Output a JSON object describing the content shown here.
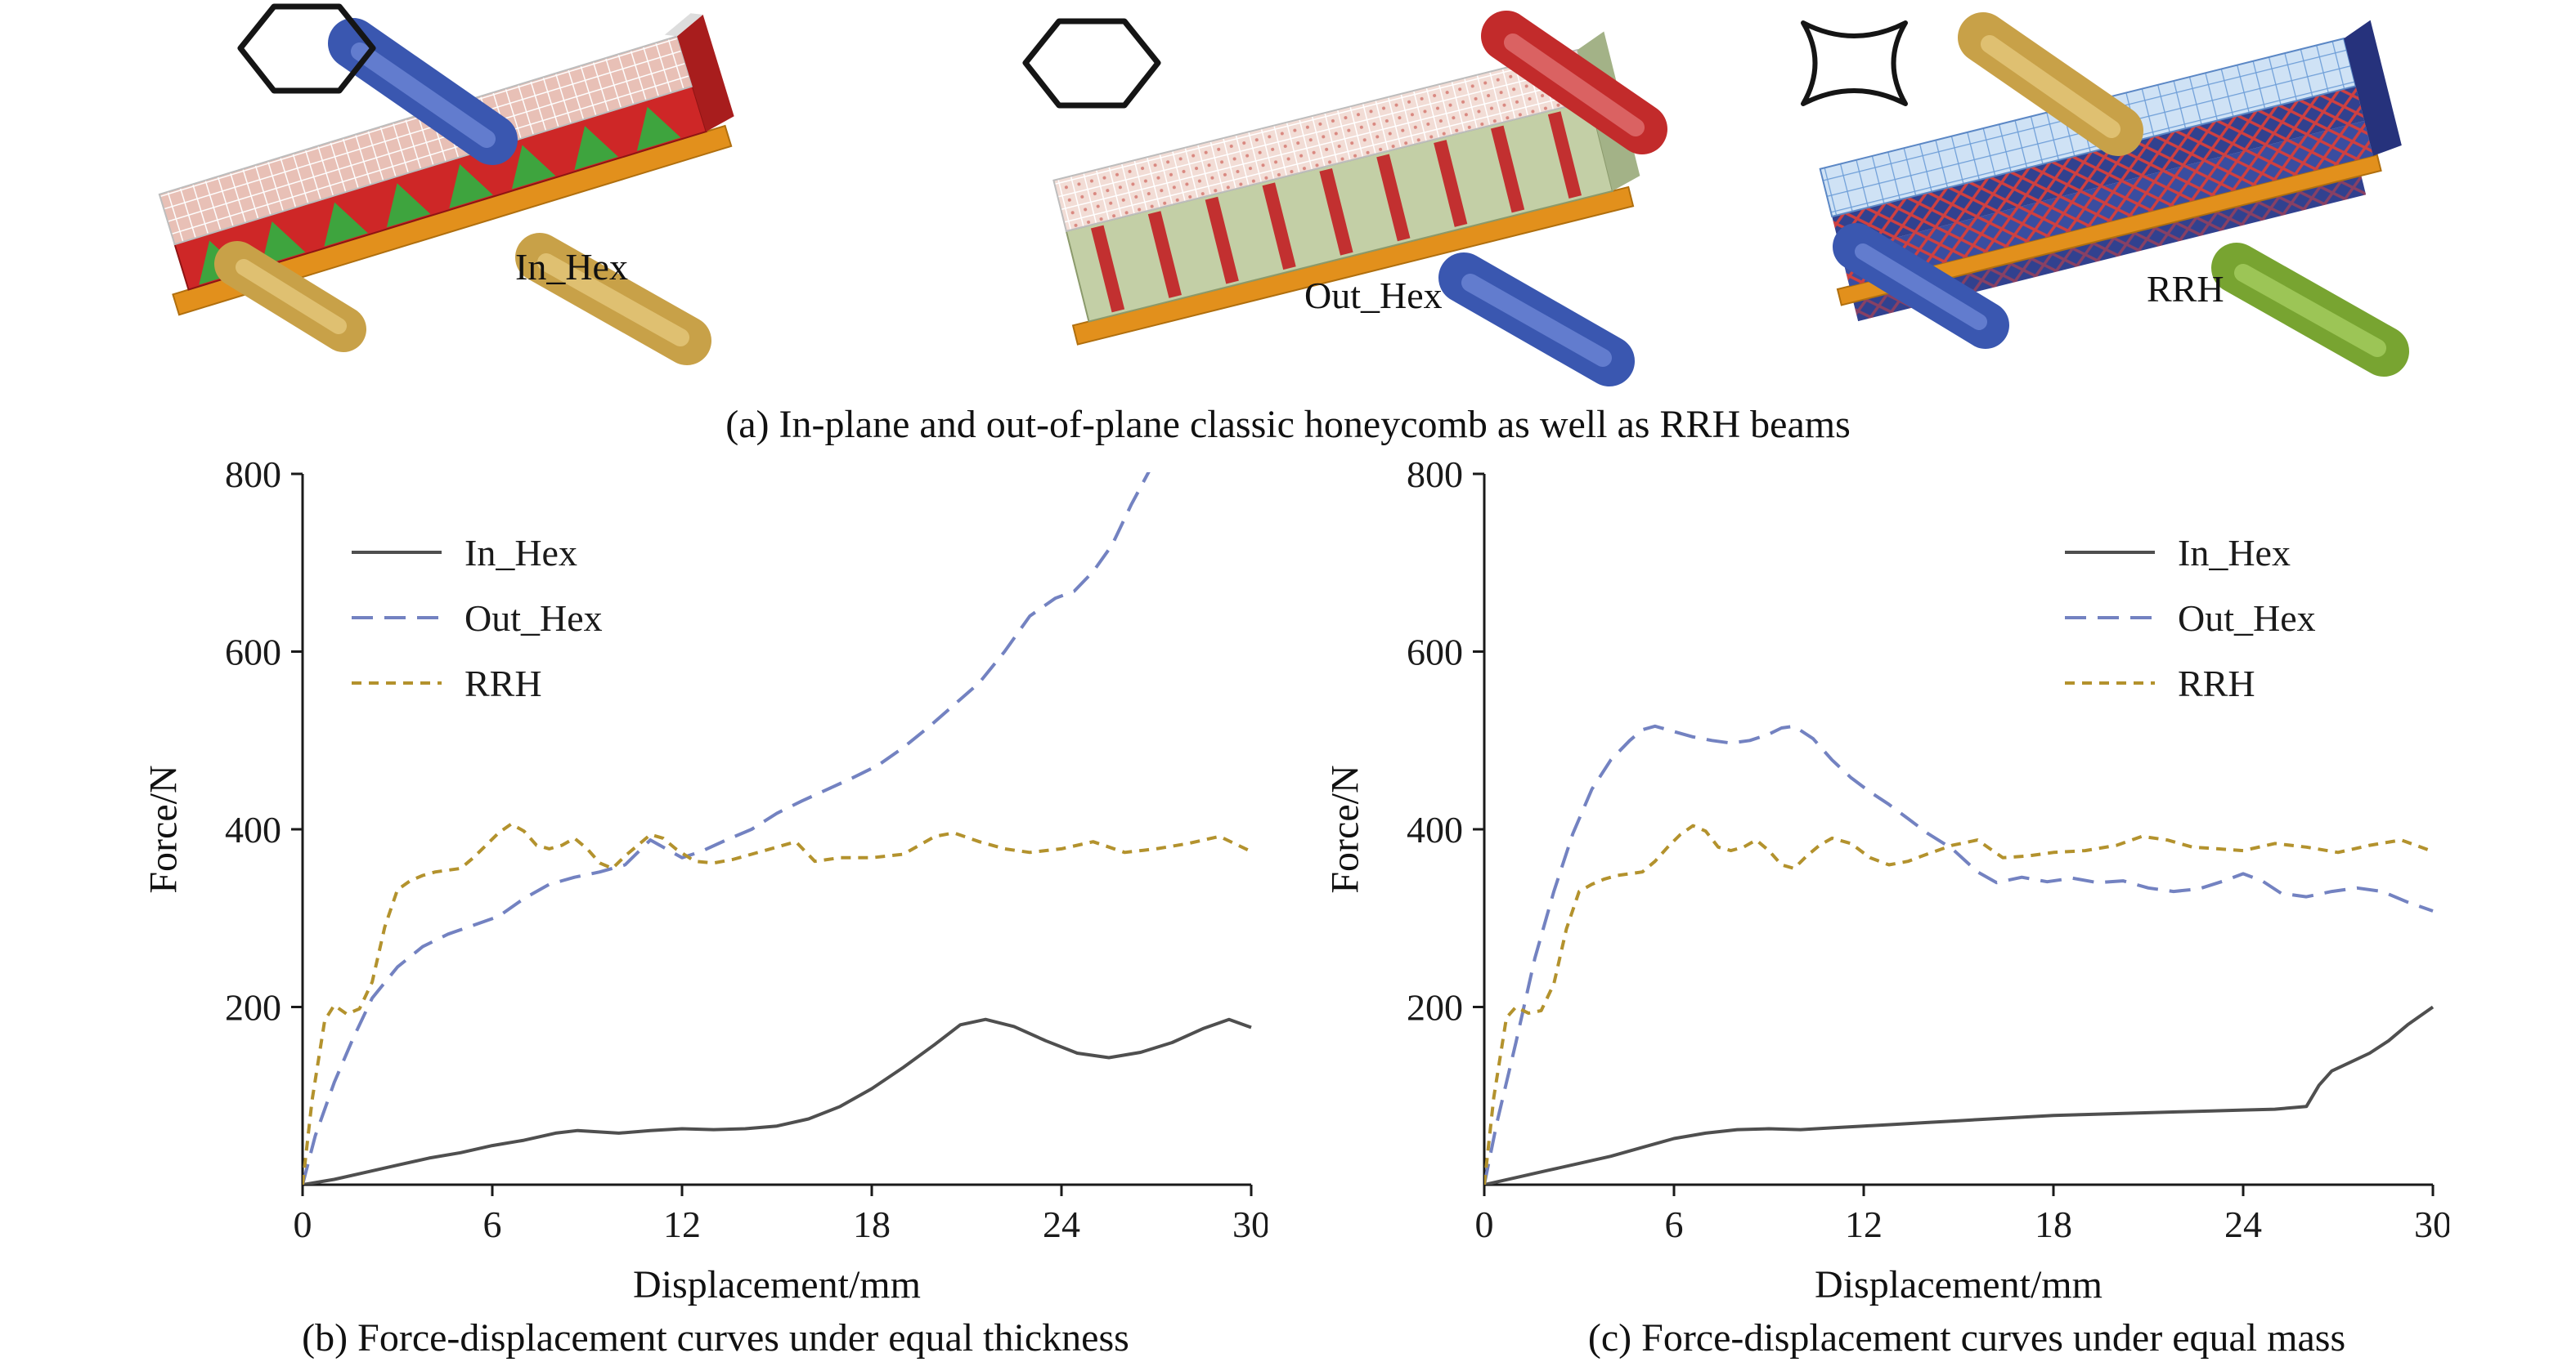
{
  "figure": {
    "caption_a": "(a) In-plane and out-of-plane classic honeycomb as well as RRH beams"
  },
  "structures": [
    {
      "label": "In_Hex",
      "icon": "hexagon-outline"
    },
    {
      "label": "Out_Hex",
      "icon": "hexagon-outline"
    },
    {
      "label": "RRH",
      "icon": "reentrant-cell-outline"
    }
  ],
  "colors": {
    "axis": "#1a1a1a",
    "in_hex": "#4f4f4f",
    "out_hex": "#7382c1",
    "rrh": "#b3922d"
  },
  "chart_data": [
    {
      "type": "line",
      "caption": "(b) Force-displacement curves under equal thickness",
      "xlabel": "Displacement/mm",
      "ylabel": "Force/N",
      "xlim": [
        0,
        30
      ],
      "ylim": [
        0,
        800
      ],
      "xticks": [
        0,
        6,
        12,
        18,
        24,
        30
      ],
      "yticks": [
        200,
        400,
        600,
        800
      ],
      "grid": false,
      "legend_position": "upper-left",
      "series": [
        {
          "name": "In_Hex",
          "color": "#4f4f4f",
          "dash": "solid",
          "x": [
            0,
            1,
            2,
            3,
            4,
            5,
            6,
            7,
            8,
            8.7,
            10,
            11,
            12,
            13,
            14,
            15,
            16,
            17,
            18,
            19,
            20,
            20.8,
            21.6,
            22.5,
            23.5,
            24.5,
            25.5,
            26.5,
            27.5,
            28.5,
            29.3,
            30
          ],
          "y": [
            0,
            6,
            14,
            22,
            30,
            36,
            44,
            50,
            58,
            61,
            58,
            61,
            63,
            62,
            63,
            66,
            74,
            88,
            108,
            132,
            158,
            180,
            186,
            178,
            162,
            148,
            143,
            149,
            160,
            176,
            186,
            177
          ]
        },
        {
          "name": "Out_Hex",
          "color": "#7382c1",
          "dash": "dash",
          "x": [
            0,
            0.4,
            1,
            1.6,
            2.2,
            3,
            3.8,
            4.6,
            5.4,
            6.2,
            7,
            7.8,
            8.6,
            9.4,
            10.2,
            11,
            11.5,
            12,
            12.6,
            13.4,
            14.2,
            15,
            15.8,
            16.6,
            17.4,
            18.2,
            19,
            19.8,
            20.6,
            21.4,
            22.2,
            23,
            23.8,
            24.4,
            25,
            25.6,
            26.2,
            26.8
          ],
          "y": [
            0,
            55,
            115,
            165,
            210,
            245,
            268,
            282,
            292,
            302,
            322,
            338,
            346,
            352,
            360,
            388,
            378,
            368,
            375,
            388,
            400,
            418,
            432,
            445,
            458,
            472,
            492,
            515,
            540,
            565,
            600,
            640,
            660,
            668,
            690,
            720,
            765,
            805
          ]
        },
        {
          "name": "RRH",
          "color": "#b3922d",
          "dash": "short-dash",
          "x": [
            0,
            0.3,
            0.7,
            1,
            1.4,
            1.8,
            2.2,
            2.6,
            3,
            3.4,
            3.8,
            4.2,
            4.6,
            5,
            5.4,
            5.8,
            6.2,
            6.6,
            7,
            7.4,
            7.8,
            8.2,
            8.6,
            9,
            9.4,
            9.8,
            10.2,
            10.6,
            11,
            11.4,
            11.8,
            12.4,
            13,
            13.6,
            14.2,
            15,
            15.6,
            16.2,
            17,
            18,
            19,
            20,
            20.6,
            21.4,
            22.2,
            23,
            24,
            25,
            26,
            27,
            28,
            29,
            30
          ],
          "y": [
            0,
            95,
            185,
            202,
            192,
            198,
            228,
            290,
            332,
            342,
            348,
            352,
            354,
            356,
            368,
            382,
            396,
            406,
            398,
            382,
            378,
            382,
            390,
            378,
            362,
            356,
            370,
            382,
            394,
            390,
            378,
            364,
            362,
            366,
            372,
            380,
            386,
            364,
            368,
            368,
            372,
            392,
            396,
            386,
            378,
            374,
            378,
            386,
            374,
            378,
            384,
            392,
            375
          ]
        }
      ]
    },
    {
      "type": "line",
      "caption": "(c) Force-displacement curves under equal mass",
      "xlabel": "Displacement/mm",
      "ylabel": "Force/N",
      "xlim": [
        0,
        30
      ],
      "ylim": [
        0,
        800
      ],
      "xticks": [
        0,
        6,
        12,
        18,
        24,
        30
      ],
      "yticks": [
        200,
        400,
        600,
        800
      ],
      "grid": false,
      "legend_position": "upper-right",
      "series": [
        {
          "name": "In_Hex",
          "color": "#4f4f4f",
          "dash": "solid",
          "x": [
            0,
            1,
            2,
            3,
            4,
            5,
            6,
            7,
            8,
            9,
            10,
            11,
            12,
            13,
            14,
            15,
            16,
            17,
            18,
            19,
            20,
            21,
            22,
            23,
            24,
            25,
            26,
            26.4,
            26.8,
            27.4,
            28,
            28.6,
            29.2,
            30
          ],
          "y": [
            0,
            8,
            16,
            24,
            32,
            42,
            52,
            58,
            62,
            63,
            62,
            64,
            66,
            68,
            70,
            72,
            74,
            76,
            78,
            79,
            80,
            81,
            82,
            83,
            84,
            85,
            88,
            112,
            128,
            138,
            148,
            162,
            180,
            200
          ]
        },
        {
          "name": "Out_Hex",
          "color": "#7382c1",
          "dash": "dash",
          "x": [
            0,
            0.4,
            1,
            1.6,
            2.2,
            2.8,
            3.4,
            4,
            4.6,
            5,
            5.4,
            6,
            6.6,
            7.2,
            7.8,
            8.4,
            9,
            9.4,
            9.8,
            10.4,
            11,
            11.6,
            12.2,
            12.8,
            13.4,
            14,
            14.8,
            15.6,
            16.2,
            17,
            17.8,
            18.6,
            19.4,
            20.2,
            21,
            21.8,
            22.6,
            23.4,
            24,
            24.6,
            25.2,
            26,
            26.8,
            27.6,
            28.4,
            29.2,
            30
          ],
          "y": [
            0,
            70,
            160,
            255,
            330,
            395,
            445,
            478,
            500,
            512,
            516,
            510,
            504,
            500,
            497,
            500,
            507,
            514,
            516,
            502,
            478,
            458,
            442,
            428,
            412,
            396,
            378,
            352,
            340,
            346,
            341,
            345,
            340,
            342,
            334,
            330,
            333,
            342,
            350,
            342,
            328,
            324,
            330,
            334,
            330,
            318,
            308
          ]
        },
        {
          "name": "RRH",
          "color": "#b3922d",
          "dash": "short-dash",
          "x": [
            0,
            0.3,
            0.7,
            1,
            1.4,
            1.8,
            2.2,
            2.6,
            3,
            3.4,
            3.8,
            4.2,
            4.6,
            5,
            5.4,
            5.8,
            6.2,
            6.6,
            7,
            7.4,
            7.8,
            8.2,
            8.6,
            9,
            9.4,
            9.8,
            10.2,
            10.6,
            11,
            11.6,
            12.2,
            12.8,
            13.4,
            14,
            14.8,
            15.6,
            16.4,
            17.2,
            18,
            19,
            20,
            20.8,
            21.6,
            22.4,
            23.2,
            24,
            25,
            26,
            27,
            28,
            29,
            30
          ],
          "y": [
            0,
            98,
            188,
            200,
            193,
            196,
            226,
            288,
            330,
            338,
            344,
            348,
            350,
            352,
            364,
            380,
            394,
            404,
            398,
            380,
            376,
            380,
            388,
            376,
            360,
            356,
            370,
            382,
            390,
            384,
            368,
            360,
            364,
            372,
            382,
            388,
            368,
            370,
            374,
            376,
            382,
            392,
            388,
            380,
            378,
            376,
            384,
            380,
            374,
            382,
            388,
            375
          ]
        }
      ]
    }
  ]
}
